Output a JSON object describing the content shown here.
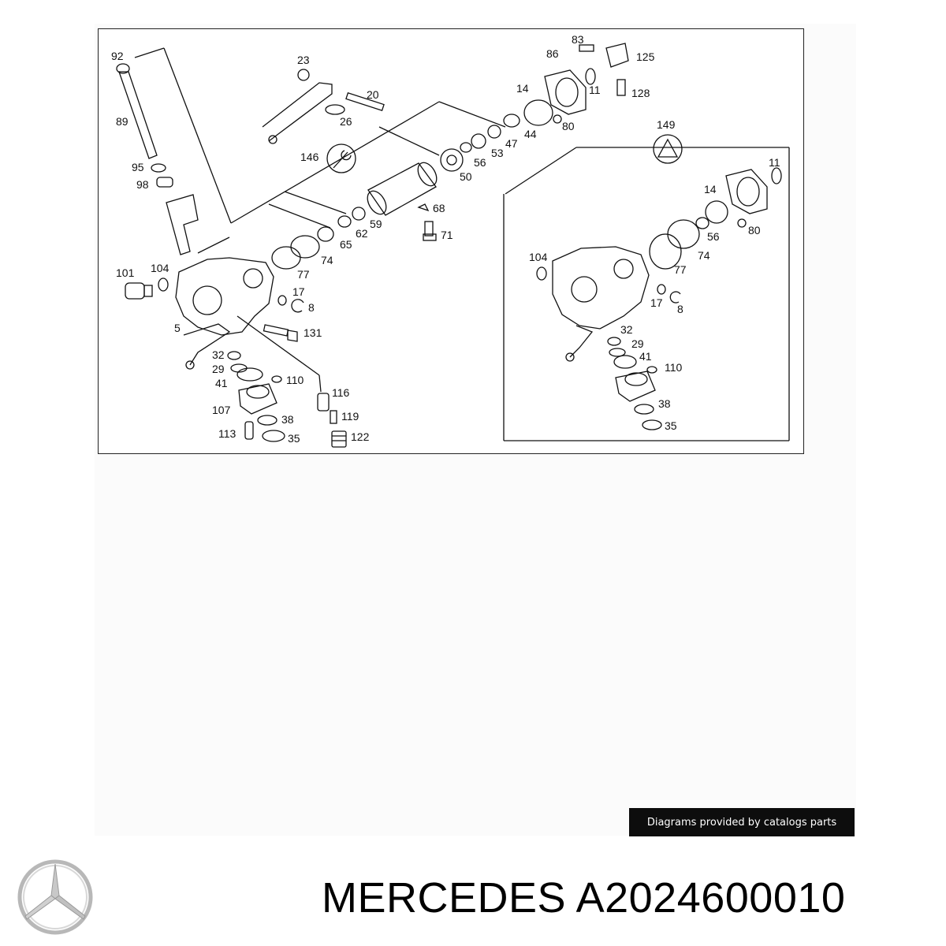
{
  "callouts": {
    "c92": "92",
    "c89": "89",
    "c95": "95",
    "c98": "98",
    "c101": "101",
    "c104": "104",
    "c5": "5",
    "c32": "32",
    "c29": "29",
    "c41": "41",
    "c107": "107",
    "c113": "113",
    "c38": "38",
    "c35": "35",
    "c110": "110",
    "c116": "116",
    "c119": "119",
    "c122": "122",
    "c131": "131",
    "c8": "8",
    "c17": "17",
    "c77": "77",
    "c74": "74",
    "c65": "65",
    "c62": "62",
    "c59": "59",
    "c71": "71",
    "c68": "68",
    "c146": "146",
    "c23": "23",
    "c20": "20",
    "c26": "26",
    "c50": "50",
    "c56": "56",
    "c53": "53",
    "c47": "47",
    "c44": "44",
    "c80": "80",
    "c14": "14",
    "c11": "11",
    "c86": "86",
    "c83": "83",
    "c125": "125",
    "c128": "128",
    "d149": "149",
    "d11": "11",
    "d14": "14",
    "d56": "56",
    "d80": "80",
    "d74": "74",
    "d104": "104",
    "d77": "77",
    "d17": "17",
    "d8": "8",
    "d32": "32",
    "d29": "29",
    "d41": "41",
    "d110": "110",
    "d38": "38",
    "d35": "35"
  },
  "credit": "Diagrams provided by catalogs parts",
  "brand": "MERCEDES",
  "part_number": "A2024600010",
  "logo_icon": "mercedes-star-icon"
}
